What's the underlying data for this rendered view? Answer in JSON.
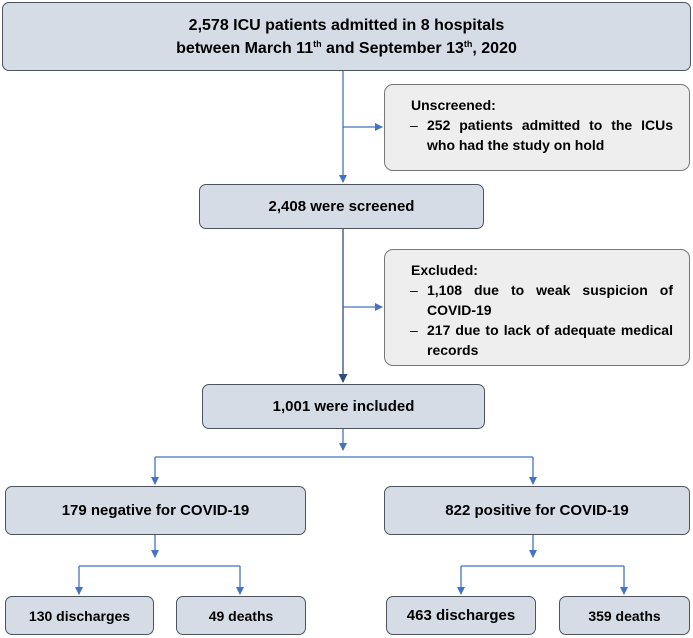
{
  "top": {
    "line1": "2,578 ICU patients admitted in 8 hospitals",
    "line2_a": "between March 11",
    "line2_sup1": "th",
    "line2_b": " and September 13",
    "line2_sup2": "th",
    "line2_c": ", 2020"
  },
  "unscreened": {
    "title": "Unscreened:",
    "items": [
      "252 patients admitted to the ICUs who had the study on hold"
    ]
  },
  "screened": "2,408 were screened",
  "excluded": {
    "title": "Excluded:",
    "items": [
      "1,108 due to weak suspicion of COVID-19",
      "217 due to lack of adequate medical records"
    ]
  },
  "included": "1,001 were included",
  "negative": {
    "label": "179 negative for COVID-19",
    "discharges": "130 discharges",
    "deaths": "49 deaths"
  },
  "positive": {
    "label": "822 positive for COVID-19",
    "discharges": "463 discharges",
    "deaths": "359 deaths"
  },
  "colors": {
    "box_fill": "#d6dce5",
    "note_fill": "#eeeeee",
    "arrow": "#4472c4"
  }
}
